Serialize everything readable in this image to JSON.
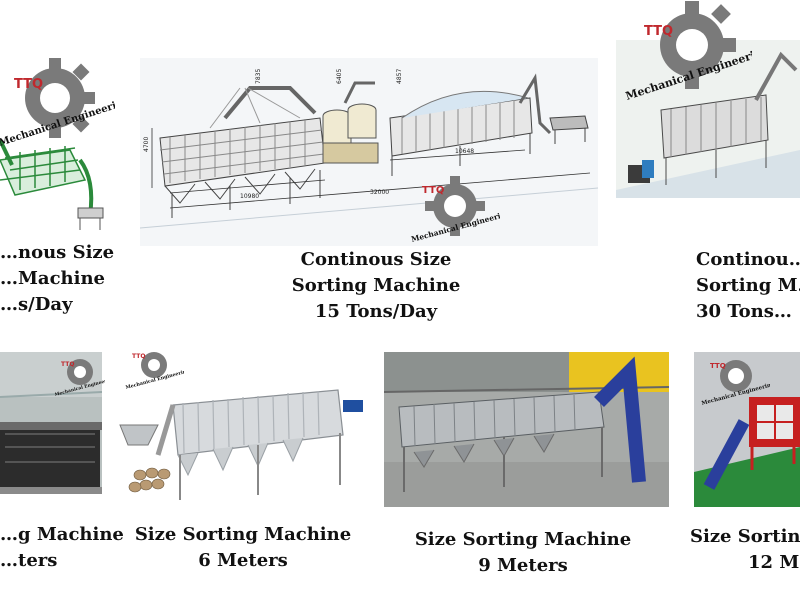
{
  "brand": {
    "logo_text": "TTQ",
    "tagline": "Mechanical Engineering"
  },
  "top_row": [
    {
      "line1": "…nous Size",
      "line2": "…Machine",
      "line3": "…s/Day"
    },
    {
      "line1": "Continous Size",
      "line2": "Sorting Machine",
      "line3": "15 Tons/Day"
    },
    {
      "line1": "Continou…",
      "line2": "Sorting M…",
      "line3": "30 Tons…"
    }
  ],
  "bottom_row": [
    {
      "line1": "…g Machine",
      "line2": "…ters"
    },
    {
      "line1": "Size Sorting Machine",
      "line2": "6 Meters"
    },
    {
      "line1": "Size Sorting Machine",
      "line2": "9 Meters"
    },
    {
      "line1": "Size Sortin…",
      "line2": "12 M…"
    }
  ],
  "drawing": {
    "dim_total": "32000",
    "dim_left": "10980",
    "dim_right": "10648",
    "dim_h1": "4700",
    "dim_h2": "7835",
    "dim_h3": "6405",
    "dim_h4": "4857"
  },
  "colors": {
    "logo_red": "#c0282d",
    "gear_gray": "#777777",
    "conveyor_blue": "#2a3f9c",
    "frame_red": "#c62020",
    "floor_green": "#2b8a3b"
  }
}
